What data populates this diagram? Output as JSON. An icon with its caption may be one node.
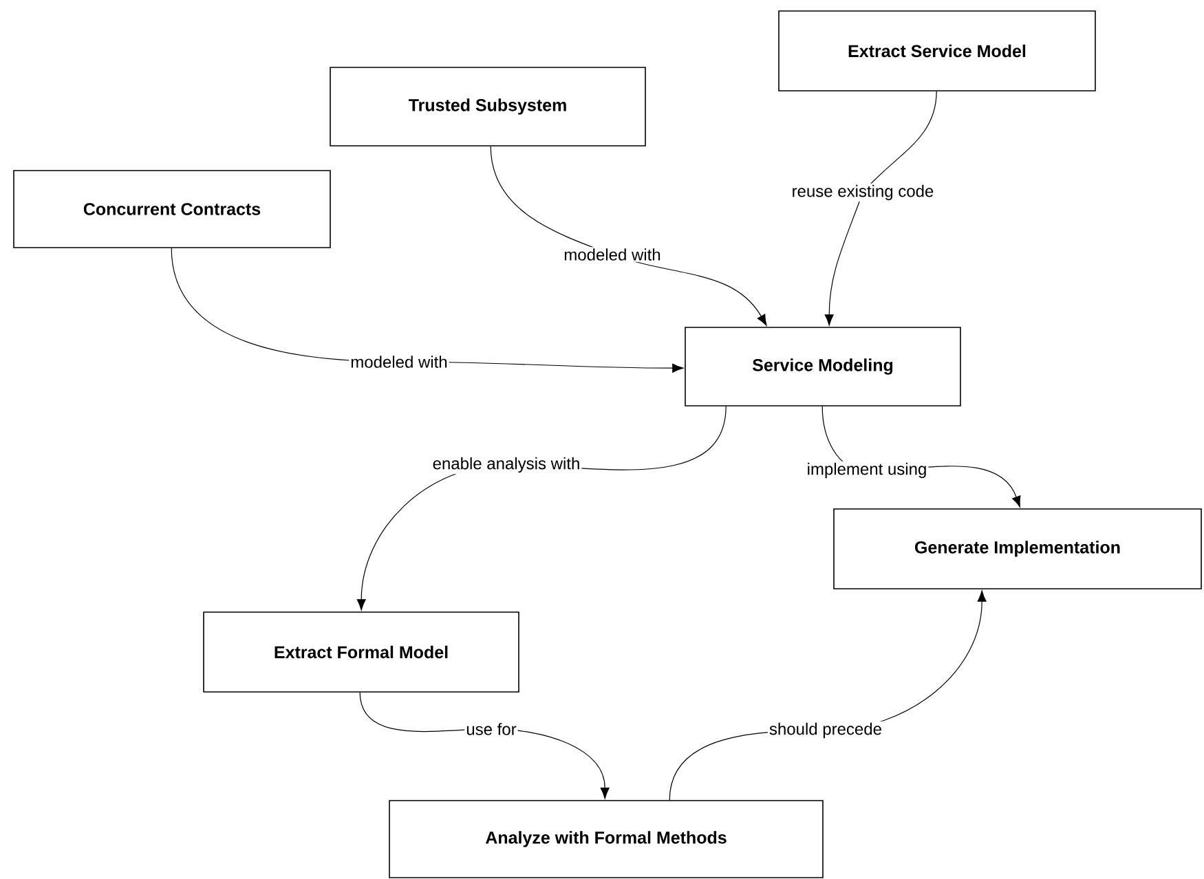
{
  "diagram": {
    "nodes": [
      {
        "text": [
          "Extract Service Model"
        ]
      },
      {
        "text": [
          "Trusted Subsystem"
        ]
      },
      {
        "text": [
          "Concurrent Contracts"
        ]
      },
      {
        "text": [
          "Service Modeling"
        ]
      },
      {
        "text": [
          "Generate Implementation"
        ]
      },
      {
        "text": [
          "Extract Formal Model"
        ]
      },
      {
        "text": [
          "Analyze with Formal Methods"
        ]
      }
    ],
    "edges": [
      {
        "from": 2,
        "to": 3,
        "arrow": "to",
        "label": "modeled with"
      },
      {
        "from": 1,
        "to": 3,
        "arrow": "to",
        "label": "modeled with"
      },
      {
        "from": 0,
        "to": 3,
        "arrow": "to",
        "label": "reuse existing code"
      },
      {
        "from": 3,
        "to": 5,
        "arrow": "to",
        "label": "enable analysis with"
      },
      {
        "from": 3,
        "to": 4,
        "arrow": "to",
        "label": "implement using"
      },
      {
        "from": 5,
        "to": 6,
        "arrow": "to",
        "label": "use for"
      },
      {
        "from": 6,
        "to": 4,
        "arrow": "to",
        "label": "should precede"
      }
    ]
  }
}
